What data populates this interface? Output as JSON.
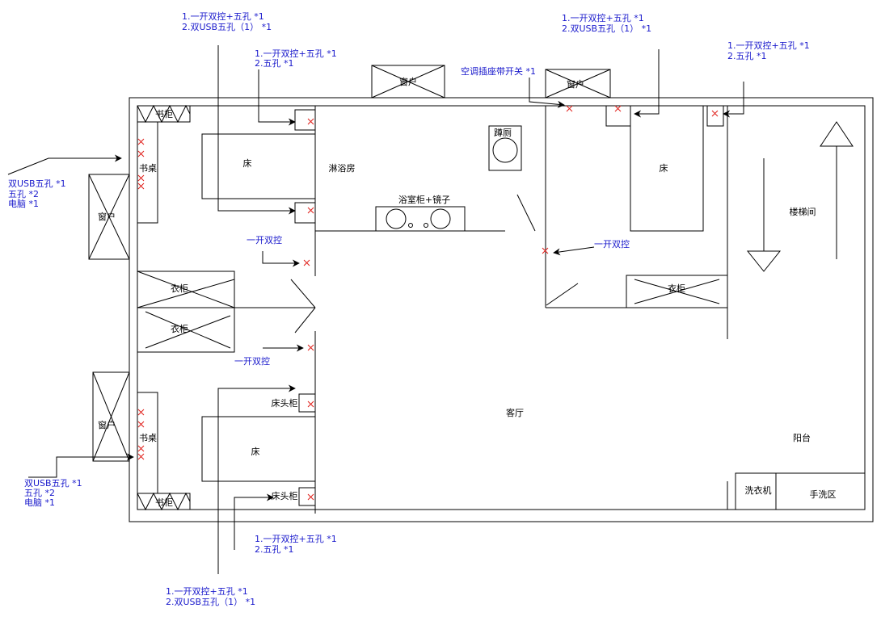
{
  "colors": {
    "wall": "#000000",
    "annotation": "#1a1acc",
    "outlet_mark": "#e0201b"
  },
  "furniture": {
    "bookcase_top": "书柜",
    "desk_top": "书桌",
    "window_left_top": "窗户",
    "bed_top_left": "床",
    "shower": "淋浴房",
    "window_top_center": "窗户",
    "toilet": "蹲厕",
    "vanity": "浴室柜+镜子",
    "window_top_right": "窗户",
    "bed_right": "床",
    "stairwell": "楼梯间",
    "wardrobe_1": "衣柜",
    "wardrobe_2": "衣柜",
    "wardrobe_right": "衣柜",
    "living_room": "客厅",
    "bedside_table_1": "床头柜",
    "desk_bottom": "书桌",
    "window_left_bottom": "窗户",
    "bed_bottom_left": "床",
    "bedside_table_2": "床头柜",
    "bookcase_bottom": "书柜",
    "balcony": "阳台",
    "washing_machine": "洗衣机",
    "hand_wash_area": "手洗区"
  },
  "notes": {
    "top_a": [
      "1.一开双控+五孔 *1",
      "2.双USB五孔（1） *1"
    ],
    "top_b": [
      "1.一开双控+五孔 *1",
      "2.五孔 *1"
    ],
    "top_right_a": [
      "1.一开双控+五孔 *1",
      "2.双USB五孔（1） *1"
    ],
    "top_right_b": [
      "1.一开双控+五孔 *1",
      "2.五孔 *1"
    ],
    "ac_socket": "空调插座带开关 *1",
    "left_top": [
      "双USB五孔 *1",
      "五孔 *2",
      "电脑 *1"
    ],
    "switch_1": "一开双控",
    "switch_2": "一开双控",
    "switch_right": "一开双控",
    "left_bottom": [
      "双USB五孔 *1",
      "五孔 *2",
      "电脑 *1"
    ],
    "bottom_a": [
      "1.一开双控+五孔 *1",
      "2.五孔 *1"
    ],
    "bottom_b": [
      "1.一开双控+五孔 *1",
      "2.双USB五孔（1） *1"
    ]
  }
}
